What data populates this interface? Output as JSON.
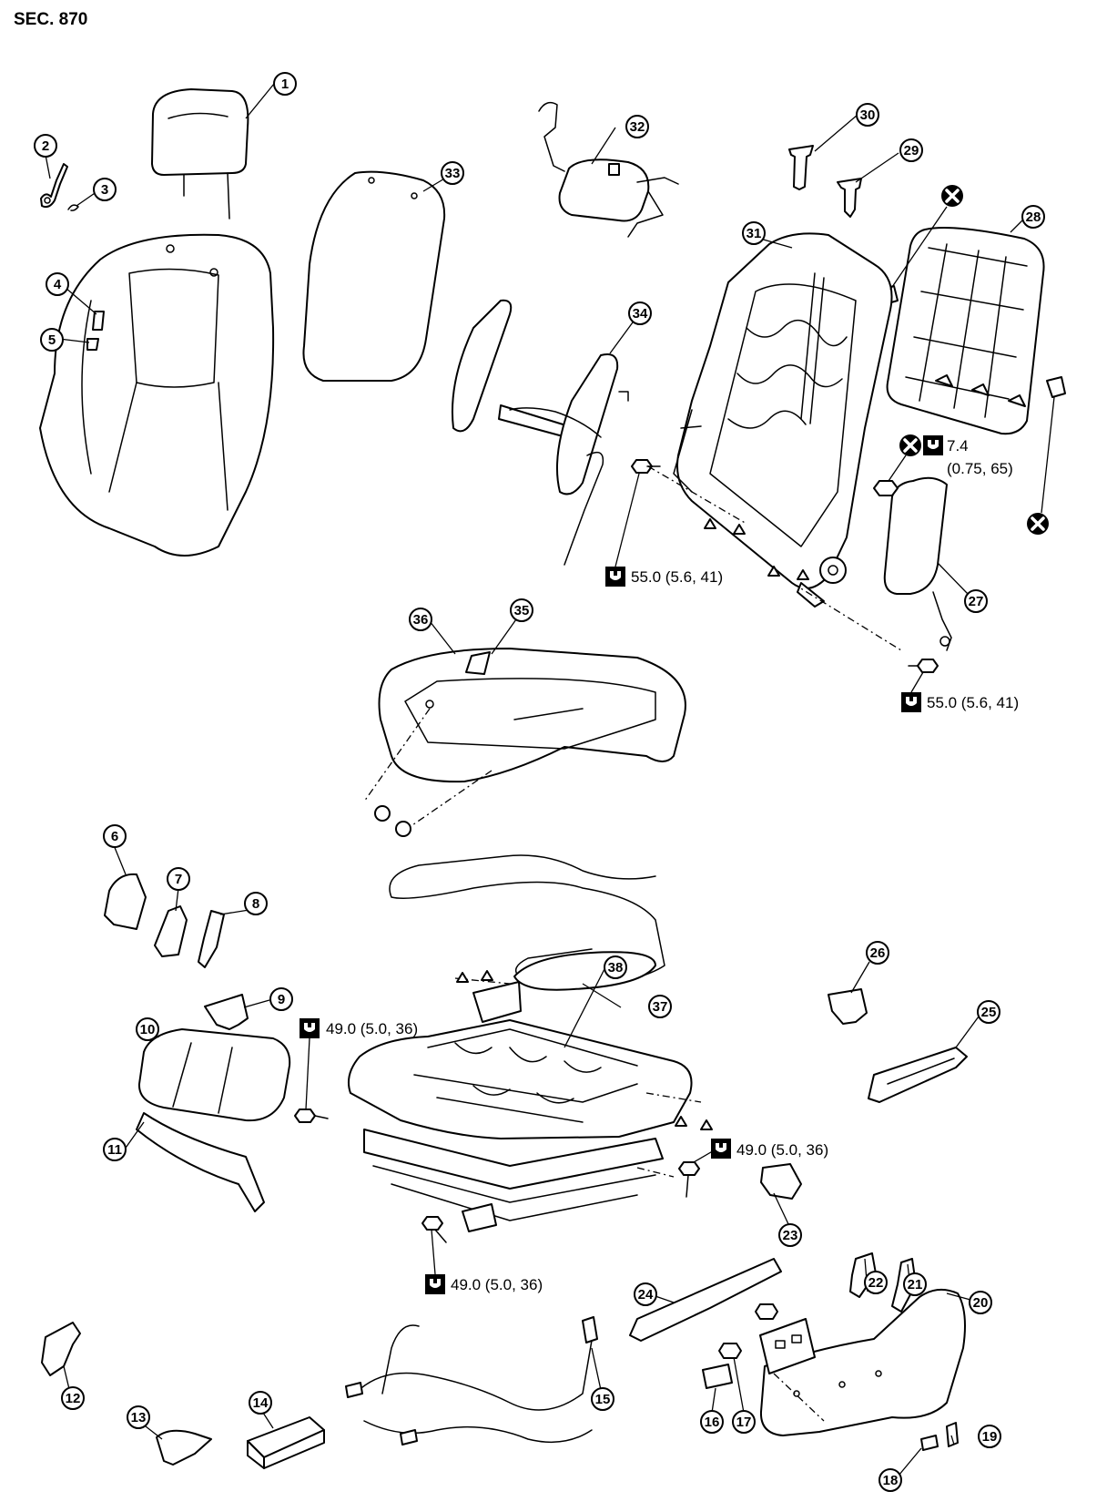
{
  "section_title": "SEC. 870",
  "callouts": [
    "1",
    "2",
    "3",
    "4",
    "5",
    "6",
    "7",
    "8",
    "9",
    "10",
    "11",
    "12",
    "13",
    "14",
    "15",
    "16",
    "17",
    "18",
    "19",
    "20",
    "21",
    "22",
    "23",
    "24",
    "25",
    "26",
    "27",
    "28",
    "29",
    "30",
    "31",
    "32",
    "33",
    "34",
    "35",
    "36",
    "37",
    "38"
  ],
  "torque_specs": {
    "seatback_nut": "7.4",
    "seatback_nut_sub": "(0.75, 65)",
    "recliner_bolt_left": "55.0 (5.6, 41)",
    "recliner_bolt_right": "55.0 (5.6, 41)",
    "cushion_frame_bolt_top": "49.0 (5.0, 36)",
    "cushion_frame_bolt_right": "49.0 (5.0, 36)",
    "cushion_frame_bolt_bottom": "49.0 (5.0, 36)"
  },
  "icons": {
    "non_reusable": "x-circle-icon",
    "torque": "torque-wrench-icon"
  }
}
